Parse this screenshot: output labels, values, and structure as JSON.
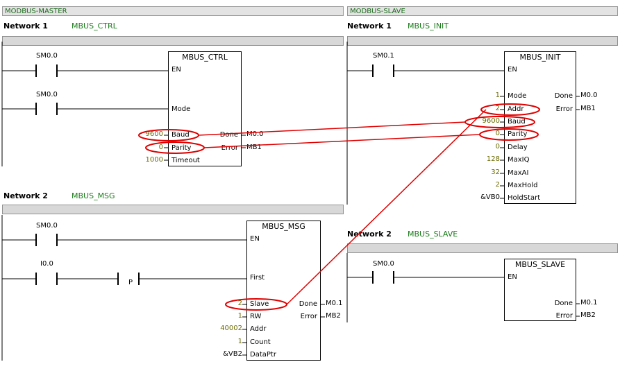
{
  "master": {
    "header": "MODBUS-MASTER",
    "net1": {
      "num": "Network 1",
      "title": "MBUS_CTRL",
      "contact1": "SM0.0",
      "contact2": "SM0.0",
      "block": {
        "title": "MBUS_CTRL",
        "pins": [
          "EN",
          "Mode",
          "Baud",
          "Parity",
          "Timeout"
        ],
        "outs": [
          "Done",
          "Error"
        ],
        "in_vals": [
          "9600",
          "0",
          "1000"
        ],
        "out_vals": [
          "M0.0",
          "MB1"
        ]
      }
    },
    "net2": {
      "num": "Network 2",
      "title": "MBUS_MSG",
      "contact1": "SM0.0",
      "contact2": "I0.0",
      "ptrans": "P",
      "block": {
        "title": "MBUS_MSG",
        "pins": [
          "EN",
          "First",
          "Slave",
          "RW",
          "Addr",
          "Count",
          "DataPtr"
        ],
        "outs": [
          "Done",
          "Error"
        ],
        "in_vals": [
          "2",
          "1",
          "40002",
          "1",
          "&VB2"
        ],
        "out_vals": [
          "M0.1",
          "MB2"
        ]
      }
    }
  },
  "slave": {
    "header": "MODBUS-SLAVE",
    "net1": {
      "num": "Network 1",
      "title": "MBUS_INIT",
      "contact1": "SM0.1",
      "block": {
        "title": "MBUS_INIT",
        "pins": [
          "EN",
          "Mode",
          "Addr",
          "Baud",
          "Parity",
          "Delay",
          "MaxIQ",
          "MaxAI",
          "MaxHold",
          "HoldStart"
        ],
        "outs": [
          "Done",
          "Error"
        ],
        "in_vals": [
          "1",
          "2",
          "9600",
          "0",
          "0",
          "128",
          "32",
          "2",
          "&VB0"
        ],
        "out_vals": [
          "M0.0",
          "MB1"
        ]
      }
    },
    "net2": {
      "num": "Network 2",
      "title": "MBUS_SLAVE",
      "contact1": "SM0.0",
      "block": {
        "title": "MBUS_SLAVE",
        "pins": [
          "EN"
        ],
        "outs": [
          "Done",
          "Error"
        ],
        "out_vals": [
          "M0.1",
          "MB2"
        ]
      }
    }
  },
  "colors": {
    "link_line": "#e00000",
    "highlight_oval": "#e00000",
    "value_text": "#6b6b00",
    "title_green": "#1a7a1a"
  }
}
